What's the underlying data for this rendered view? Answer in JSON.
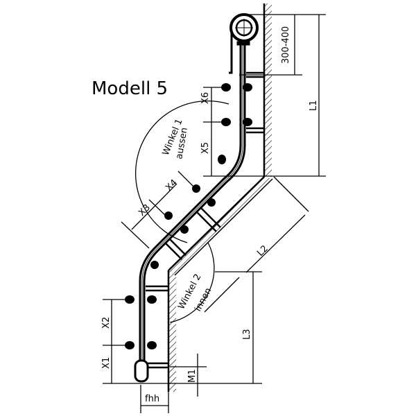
{
  "title": "Modell 5",
  "dimensions": {
    "range": "300-400",
    "L1": "L1",
    "L2": "L2",
    "L3": "L3",
    "X1": "X1",
    "X2": "X2",
    "X3": "X3",
    "X4": "X4",
    "X5": "X5",
    "X6": "X6",
    "M1": "M1",
    "fhh": "fhh"
  },
  "angles": {
    "winkel1": "Winkel 1",
    "winkel1_sub": "aussen",
    "winkel2": "Winkel 2",
    "winkel2_sub": "innen"
  },
  "colors": {
    "ink": "#000000",
    "background": "#ffffff"
  }
}
